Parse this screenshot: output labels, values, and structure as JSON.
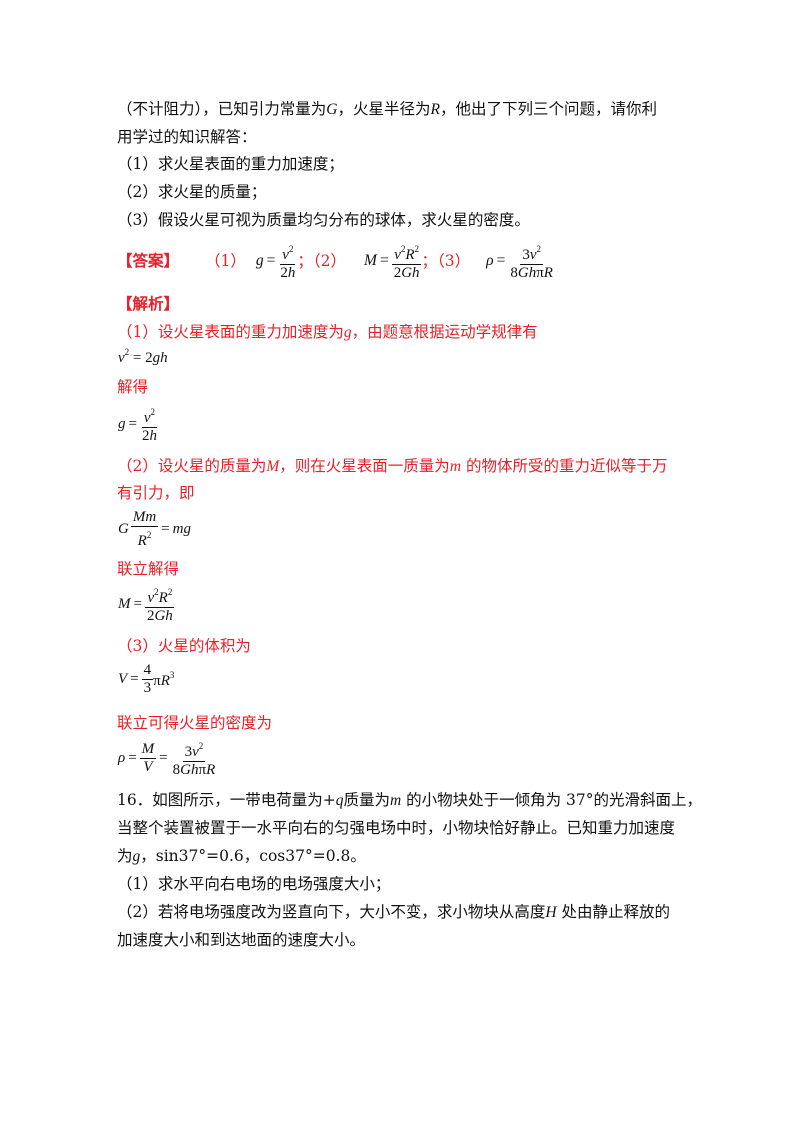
{
  "intro": {
    "line1_a": "（不计阻力），已知引力常量为",
    "G": "G",
    "line1_b": "，火星半径为",
    "R": "R",
    "line1_c": "，他出了下列三个问题，请你利",
    "line2": "用学过的知识解答：",
    "q1": "（1）求火星表面的重力加速度；",
    "q2": "（2）求火星的质量；",
    "q3": "（3）假设火星可视为质量均匀分布的球体，求火星的密度。"
  },
  "answer": {
    "tag": "【答案】",
    "p1": "（1）",
    "p2": "；（2）",
    "p3": "；（3）"
  },
  "analysis": {
    "tag": "【解析】",
    "s1_a": "（1）设火星表面的重力加速度为",
    "s1_g": "g",
    "s1_b": "，由题意根据运动学规律有",
    "solve1": "解得",
    "s2_a": "（2）设火星的质量为",
    "s2_M": "M",
    "s2_b": "，则在火星表面一质量为",
    "s2_m": "m",
    "s2_c": " 的物体所受的重力近似等于万",
    "s2_line2": "有引力，即",
    "solve2": "联立解得",
    "s3": "（3）火星的体积为",
    "solve3": "联立可得火星的密度为"
  },
  "q16": {
    "l1_a": "16．如图所示，一带电荷量为+",
    "q": "q",
    "l1_b": "质量为",
    "m": "m",
    "l1_c": " 的小物块处于一倾角为 37°的光滑斜面上，",
    "l2": "当整个装置被置于一水平向右的匀强电场中时，小物块恰好静止。已知重力加速度",
    "l3_a": "为",
    "g": "g",
    "l3_b": "，sin37°=0.6，cos37°=0.8。",
    "sub1": "（1）求水平向右电场的电场强度大小；",
    "sub2_a": "（2）若将电场强度改为竖直向下，大小不变，求小物块从高度",
    "H": "H",
    "sub2_b": " 处由静止释放的",
    "sub2_line2": "加速度大小和到达地面的速度大小。"
  },
  "colors": {
    "accent_red": "#e8202a",
    "text": "#111111"
  }
}
